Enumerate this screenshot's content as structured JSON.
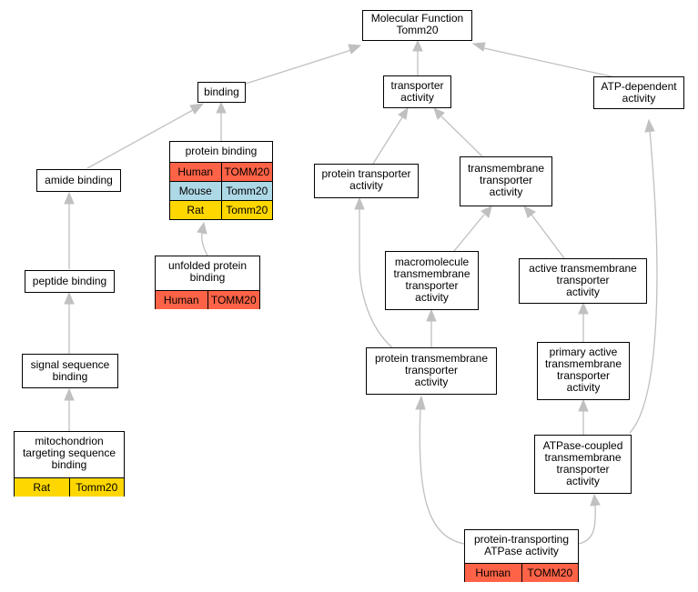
{
  "colors": {
    "human": "#FF6347",
    "mouse": "#ADD8E6",
    "rat": "#FFD700",
    "edge": "#c0c0c0"
  },
  "nodes": {
    "root": {
      "label": "Molecular Function\nTomm20"
    },
    "binding": {
      "label": "binding"
    },
    "transporter_activity": {
      "label": "transporter\nactivity"
    },
    "atp_dependent_activity": {
      "label": "ATP-dependent\nactivity"
    },
    "amide_binding": {
      "label": "amide binding"
    },
    "protein_binding": {
      "label": "protein binding",
      "orthologs": [
        {
          "species": "Human",
          "gene": "TOMM20"
        },
        {
          "species": "Mouse",
          "gene": "Tomm20"
        },
        {
          "species": "Rat",
          "gene": "Tomm20"
        }
      ]
    },
    "protein_transporter_activity": {
      "label": "protein transporter\nactivity"
    },
    "transmembrane_transporter_activity": {
      "label": "transmembrane\ntransporter\nactivity"
    },
    "peptide_binding": {
      "label": "peptide binding"
    },
    "unfolded_protein_binding": {
      "label": "unfolded protein\nbinding",
      "orthologs": [
        {
          "species": "Human",
          "gene": "TOMM20"
        }
      ]
    },
    "macromolecule_transmembrane_transporter_activity": {
      "label": "macromolecule\ntransmembrane\ntransporter\nactivity"
    },
    "active_transmembrane_transporter_activity": {
      "label": "active transmembrane\ntransporter\nactivity"
    },
    "signal_sequence_binding": {
      "label": "signal sequence\nbinding"
    },
    "protein_transmembrane_transporter_activity": {
      "label": "protein transmembrane\ntransporter\nactivity"
    },
    "primary_active_transmembrane_transporter_activity": {
      "label": "primary active\ntransmembrane\ntransporter\nactivity"
    },
    "mitochondrion_targeting_sequence_binding": {
      "label": "mitochondrion\ntargeting sequence\nbinding",
      "orthologs": [
        {
          "species": "Rat",
          "gene": "Tomm20"
        }
      ]
    },
    "atpase_coupled_transmembrane_transporter_activity": {
      "label": "ATPase-coupled\ntransmembrane\ntransporter\nactivity"
    },
    "protein_transporting_atpase_activity": {
      "label": "protein-transporting\nATPase activity",
      "orthologs": [
        {
          "species": "Human",
          "gene": "TOMM20"
        }
      ]
    }
  }
}
